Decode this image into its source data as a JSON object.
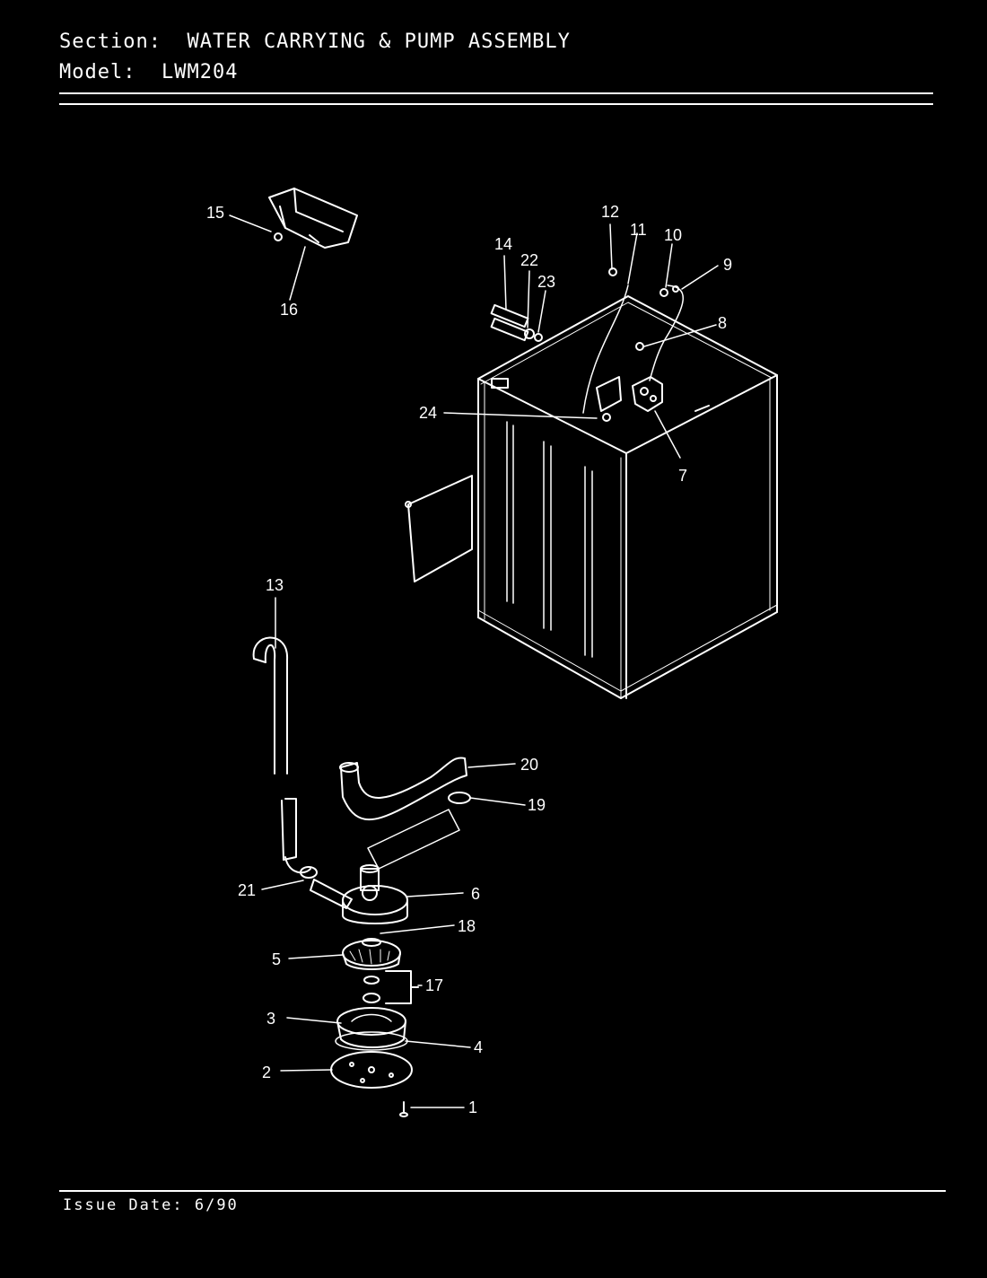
{
  "header": {
    "section_label": "Section:",
    "section_value": "WATER CARRYING & PUMP ASSEMBLY",
    "model_label": "Model:",
    "model_value": "LWM204"
  },
  "footer": {
    "issue_label": "Issue Date:",
    "issue_value": "6/90"
  },
  "callouts": [
    "15",
    "16",
    "14",
    "22",
    "23",
    "12",
    "11",
    "10",
    "9",
    "8",
    "24",
    "7",
    "13",
    "20",
    "19",
    "21",
    "6",
    "18",
    "5",
    "17",
    "3",
    "4",
    "2",
    "1"
  ]
}
